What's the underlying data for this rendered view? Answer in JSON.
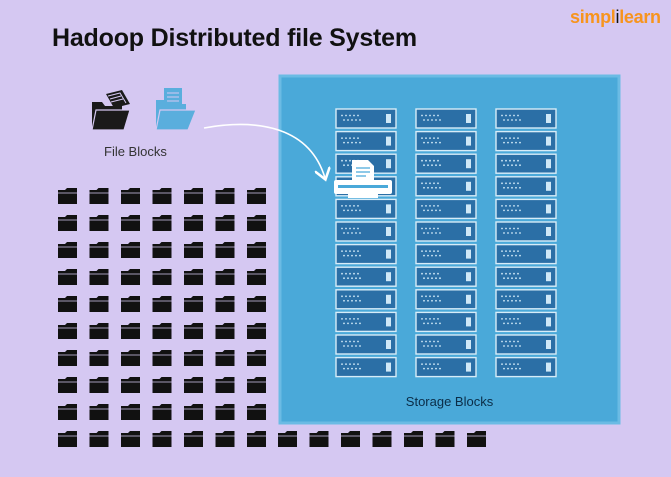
{
  "title": "Hadoop Distributed file System",
  "logo": {
    "part1": "simpl",
    "separator": "i",
    "part2": "learn",
    "color_orange": "#f7941d",
    "color_dark": "#111111"
  },
  "file_blocks": {
    "label": "File Blocks",
    "icons": [
      {
        "name": "black-document-folder-icon",
        "color": "#1a1a1a"
      },
      {
        "name": "blue-document-folder-icon",
        "color": "#5aaedd"
      }
    ]
  },
  "folder_grid": {
    "rows": 10,
    "cols": 7,
    "extra_last_row": 7,
    "folder_color": "#111111"
  },
  "storage": {
    "label": "Storage Blocks",
    "panel_color": "#4aa9d9",
    "panel_border": "#6bbbe4",
    "server_columns": 3,
    "servers_per_column": 12,
    "server_color": "#2b6fa6",
    "server_border": "#d7ecf8"
  },
  "colors": {
    "background": "#d5c8f2",
    "arrow": "#ffffff"
  }
}
